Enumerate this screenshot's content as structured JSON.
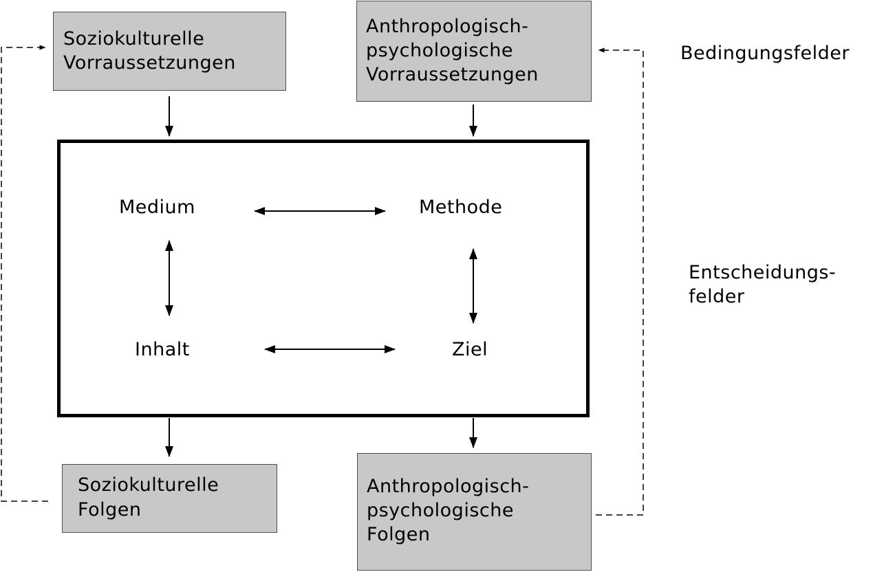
{
  "boxes": {
    "socio_preconditions": [
      "Soziokulturelle",
      "Vorraussetzungen"
    ],
    "anthro_preconditions": [
      "Anthropologisch-",
      "psychologische",
      "Vorraussetzungen"
    ],
    "socio_consequences": [
      "Soziokulturelle",
      "Folgen"
    ],
    "anthro_consequences": [
      "Anthropologisch-",
      "psychologische",
      "Folgen"
    ]
  },
  "fields": {
    "medium": "Medium",
    "methode": "Methode",
    "inhalt": "Inhalt",
    "ziel": "Ziel"
  },
  "side_labels": {
    "bedingungsfelder": "Bedingungsfelder",
    "entscheidungsfelder": [
      "Entscheidungs-",
      "felder"
    ]
  }
}
